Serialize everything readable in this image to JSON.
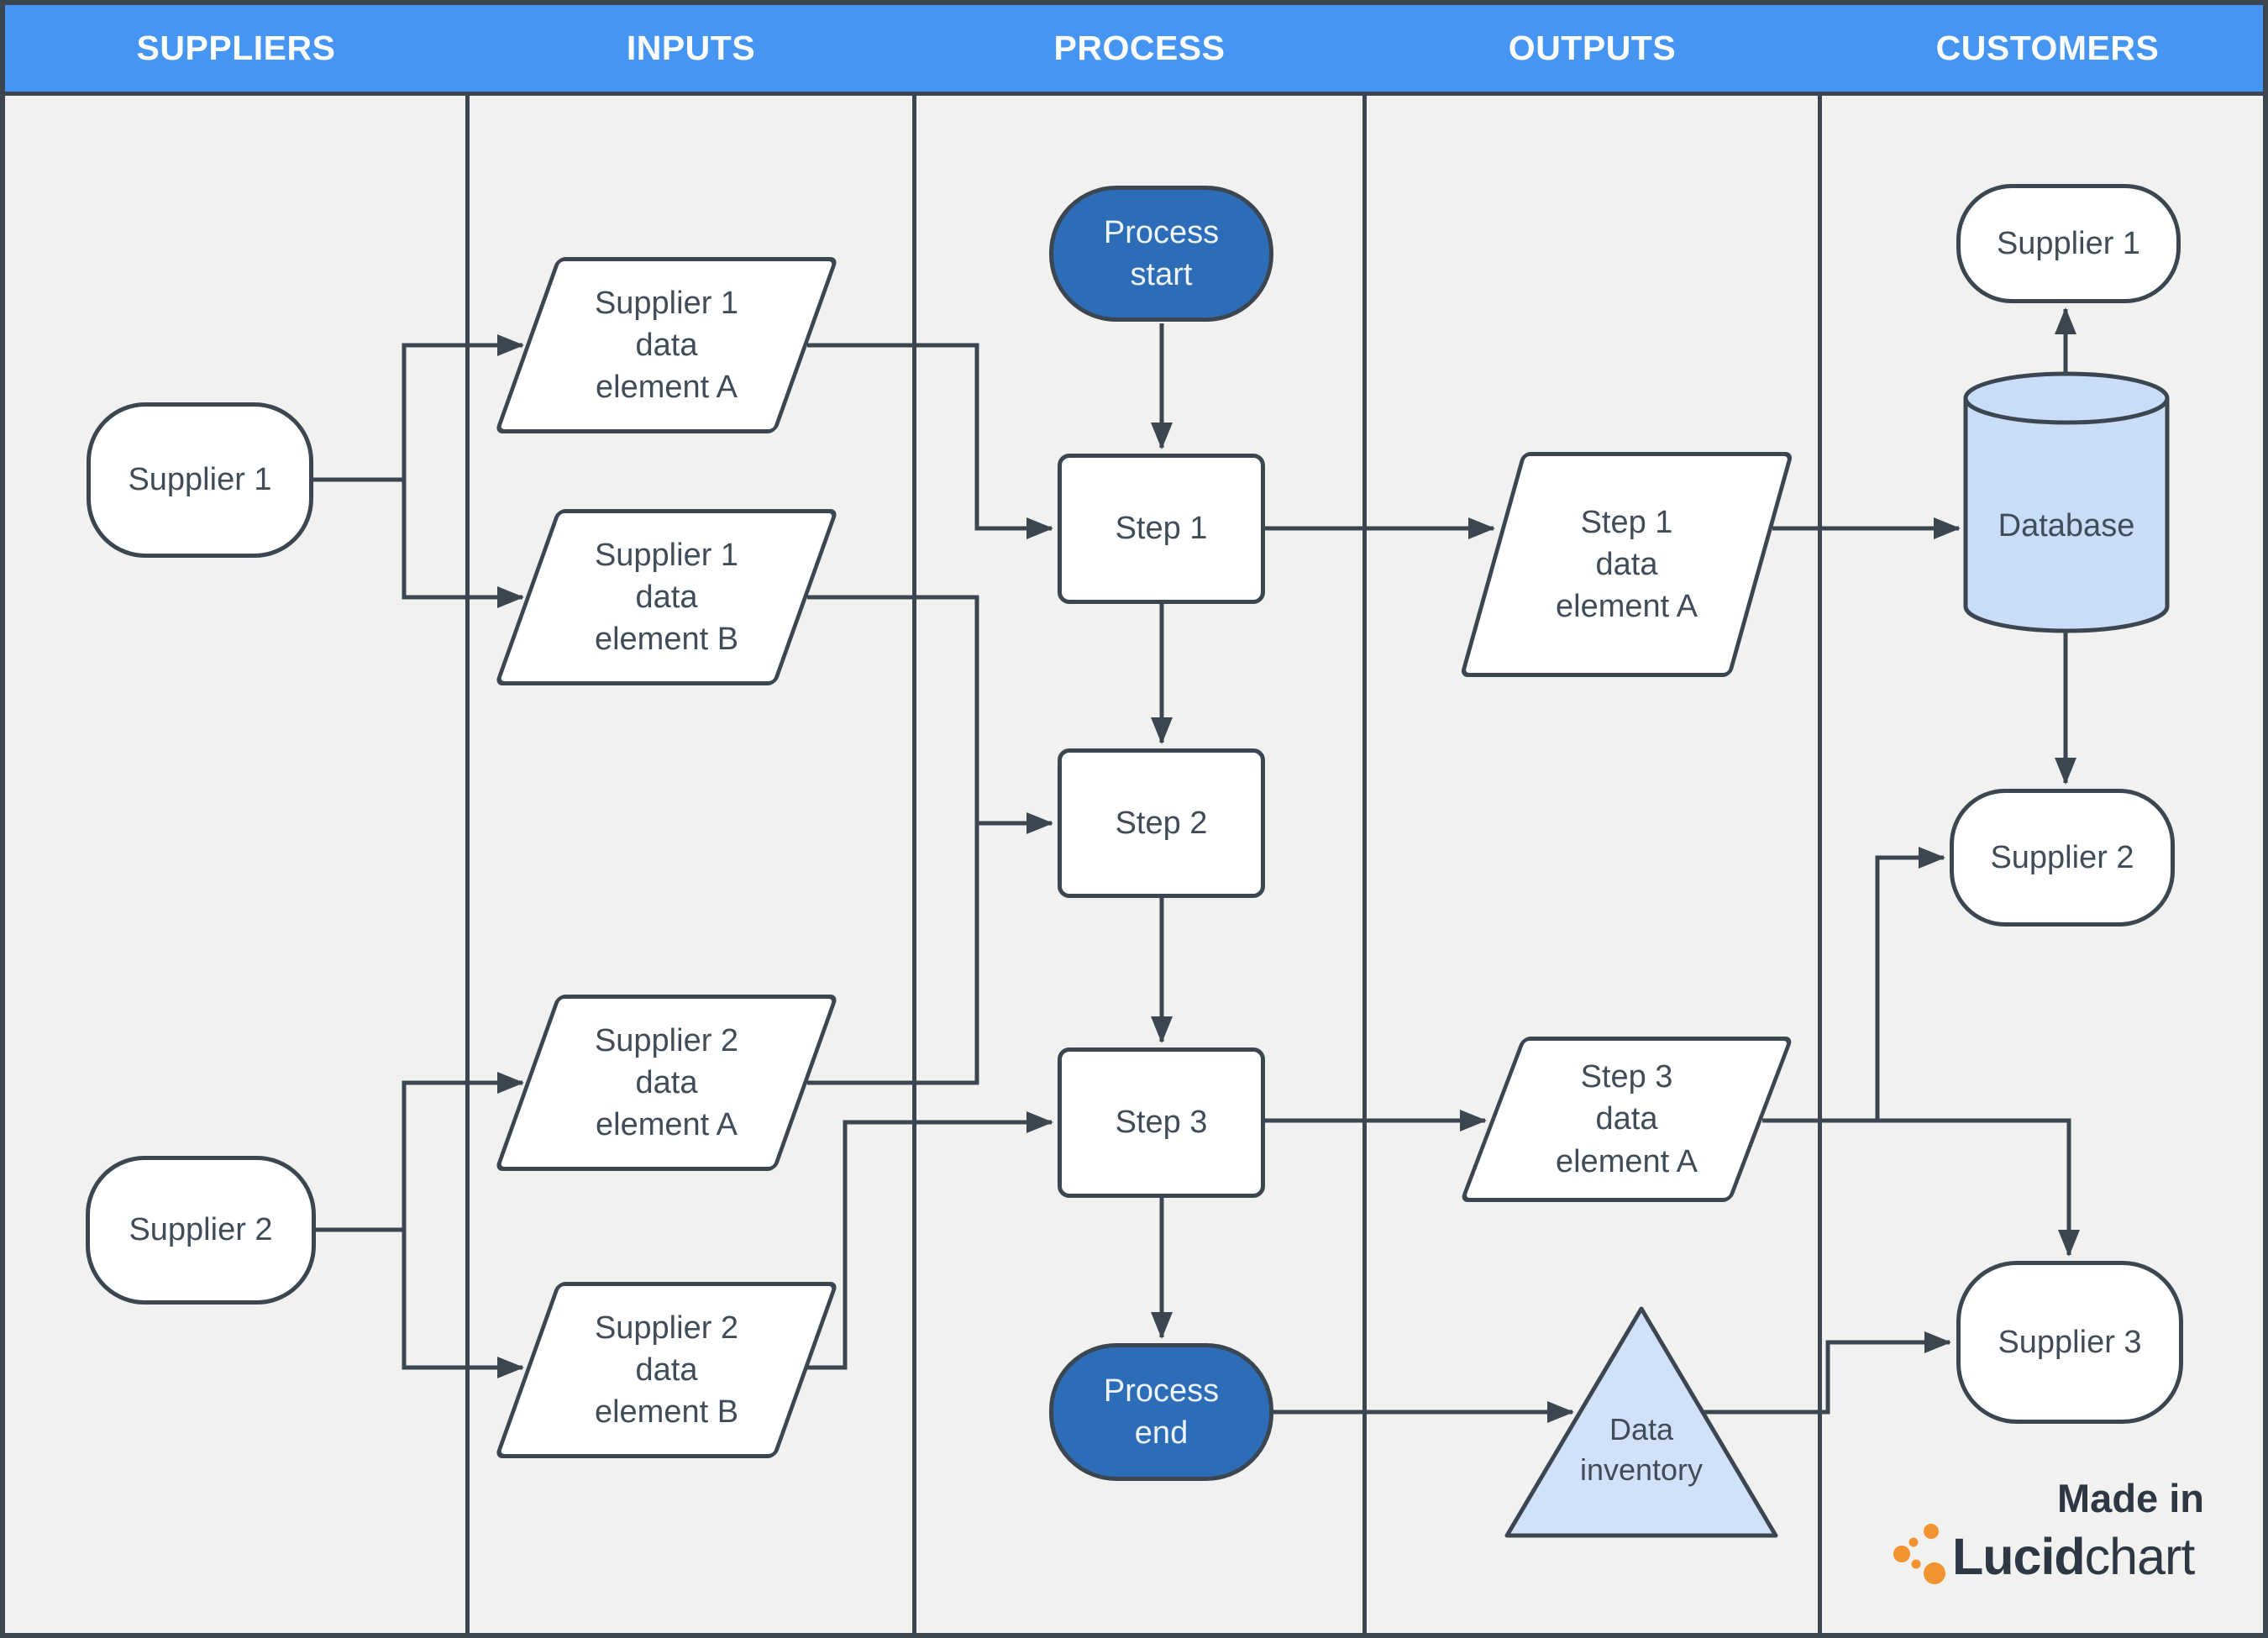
{
  "header": {
    "columns": [
      "SUPPLIERS",
      "INPUTS",
      "PROCESS",
      "OUTPUTS",
      "CUSTOMERS"
    ]
  },
  "suppliers": {
    "supplier1": "Supplier 1",
    "supplier2": "Supplier 2"
  },
  "inputs": {
    "s1a": {
      "lines": [
        "Supplier 1",
        "data",
        "element A"
      ]
    },
    "s1b": {
      "lines": [
        "Supplier 1",
        "data",
        "element B"
      ]
    },
    "s2a": {
      "lines": [
        "Supplier 2",
        "data",
        "element A"
      ]
    },
    "s2b": {
      "lines": [
        "Supplier 2",
        "data",
        "element B"
      ]
    }
  },
  "process": {
    "start": {
      "lines": [
        "Process",
        "start"
      ]
    },
    "step1": "Step 1",
    "step2": "Step 2",
    "step3": "Step 3",
    "end": {
      "lines": [
        "Process",
        "end"
      ]
    }
  },
  "outputs": {
    "step1a": {
      "lines": [
        "Step 1",
        "data",
        "element A"
      ]
    },
    "step3a": {
      "lines": [
        "Step 3",
        "data",
        "element A"
      ]
    },
    "inventory": {
      "lines": [
        "Data",
        "inventory"
      ]
    }
  },
  "customers": {
    "supplier1": "Supplier 1",
    "database": "Database",
    "supplier2": "Supplier 2",
    "supplier3": "Supplier 3"
  },
  "branding": {
    "made_in": "Made in",
    "logo_bold": "Lucid",
    "logo_regular": "chart"
  },
  "colors": {
    "header-blue": "#4795f2",
    "process-blue": "#2d6db8",
    "light-blue": "#c9ddf8",
    "triangle-blue": "#d2e1fa",
    "line": "#3c4651",
    "text": "#414c59",
    "bg": "#f1f1ef",
    "logo-orange": "#f29331",
    "logo-text": "#2e3844"
  }
}
